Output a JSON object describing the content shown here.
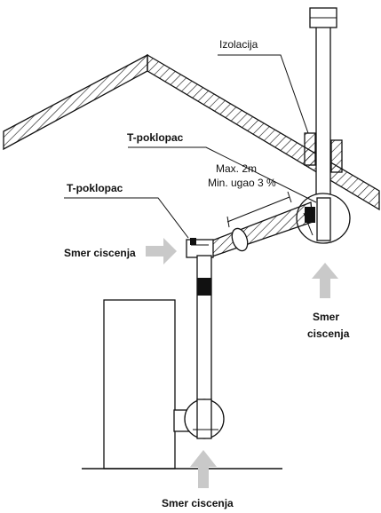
{
  "labels": {
    "izolacija": "Izolacija",
    "t_poklopac_top": "T-poklopac",
    "max_length": "Max.  2m",
    "min_angle": "Min. ugao 3 %",
    "t_poklopac_left": "T-poklopac",
    "smer_left": "Smer ciscenja",
    "smer_right_1": "Smer",
    "smer_right_2": "ciscenja",
    "smer_bottom": "Smer ciscenja"
  },
  "colors": {
    "line": "#111111",
    "arrow": "#c9c9c9",
    "background": "#ffffff"
  }
}
